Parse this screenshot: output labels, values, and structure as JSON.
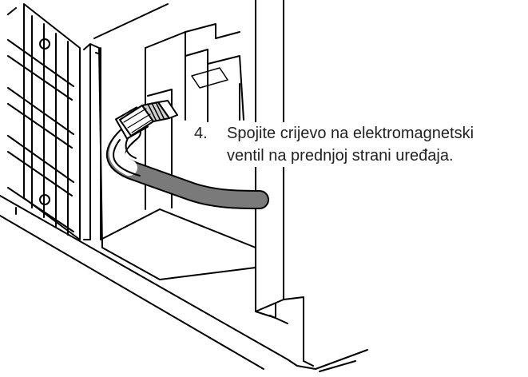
{
  "instruction": {
    "step_number": "4.",
    "line1": "Spojite crijevo na elektromagnetski",
    "line2": "ventil na prednjoj strani uređaja."
  },
  "colors": {
    "line": "#000000",
    "hose": "#7a7a7a",
    "fitting_shade": "#cfcfcf",
    "background": "#ffffff"
  },
  "icons": [
    "hose",
    "threaded-fitting",
    "solenoid-valve",
    "grille"
  ]
}
